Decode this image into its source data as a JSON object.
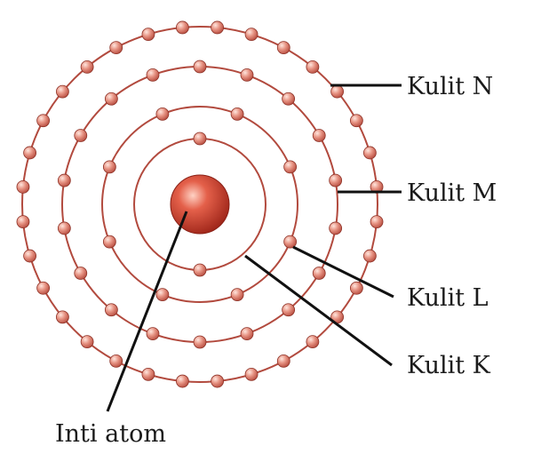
{
  "colors": {
    "orbit": "#b24a3e",
    "electron_light": "#f2b6a6",
    "electron_dark": "#b8473a",
    "nucleus_light": "#f08a72",
    "nucleus_dark": "#a52a1f",
    "leader": "#111111"
  },
  "atom": {
    "nucleus_label": "Inti atom",
    "shells": [
      {
        "id": "K",
        "label": "Kulit K",
        "electrons": 2
      },
      {
        "id": "L",
        "label": "Kulit L",
        "electrons": 8
      },
      {
        "id": "M",
        "label": "Kulit M",
        "electrons": 18
      },
      {
        "id": "N",
        "label": "Kulit N",
        "electrons": 32
      }
    ]
  }
}
